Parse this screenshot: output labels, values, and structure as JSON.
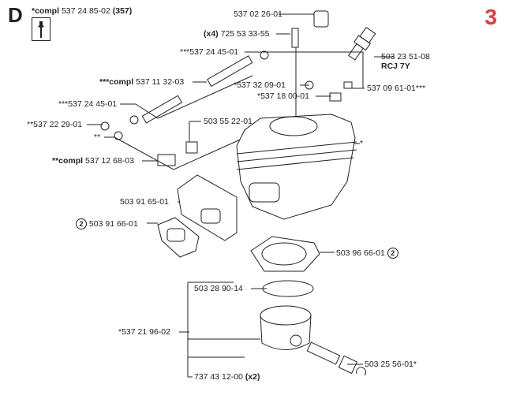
{
  "section": "D",
  "page_number": "3",
  "header": {
    "compl_prefix": "*compl",
    "part": "537 24 85-02",
    "ref": "(357)"
  },
  "labels": {
    "l1": "537 02 26-01",
    "l2_prefix": "(x4)",
    "l2": "725 53 33-55",
    "l3": "***537 24 45-01",
    "l4": "503 23 51-08",
    "l4b": "RCJ 7Y",
    "l5_prefix": "***compl",
    "l5": "537 11 32-03",
    "l6": "*537 32 09-01",
    "l7": "537 09 61-01***",
    "l8": "*537 18 00-01",
    "l9": "***537 24 45-01",
    "l10": "**537 22 29-01",
    "l11": "503 55 22-01",
    "l12": "**",
    "l13": "*",
    "l14_prefix": "**compl",
    "l14": "537 12 68-03",
    "l15": "503 91 65-01",
    "l16_circle": "2",
    "l16": "503 91 66-01",
    "l17": "503 96 66-01",
    "l17_circle": "2",
    "l18": "503 28 90-14",
    "l19": "*537 21 96-02",
    "l20": "503 25 56-01*",
    "l21": "737 43 12-00",
    "l21_suffix": "(x2)"
  }
}
